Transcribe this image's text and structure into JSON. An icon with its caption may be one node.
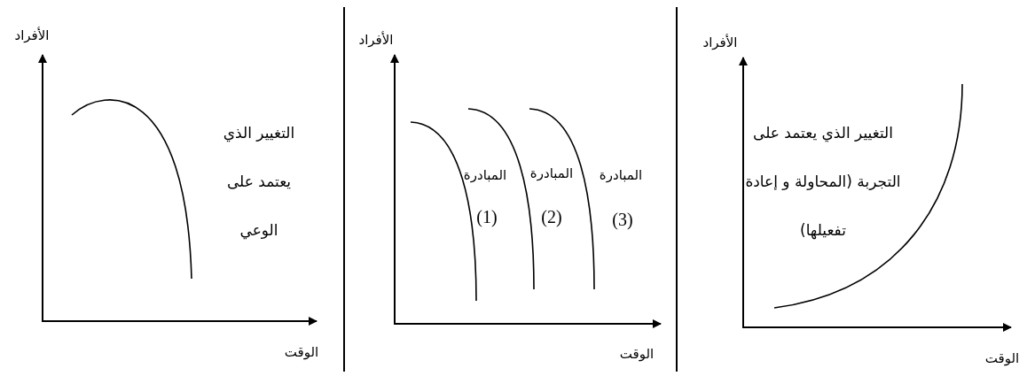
{
  "diagram": {
    "labels": [
      "الأفراد",
      "التغيير الذي يعتمد على التجربة (المحاولة و إعادة تفعيلها)",
      "الوقت",
      "الأفراد",
      "المبادرة",
      "(3)",
      "المبادرة",
      "(2)",
      "المبادرة",
      "(1)",
      "الوقت",
      "الأفراد",
      "التغيير الذي يعتمد على الوعي",
      "الوقت"
    ]
  }
}
